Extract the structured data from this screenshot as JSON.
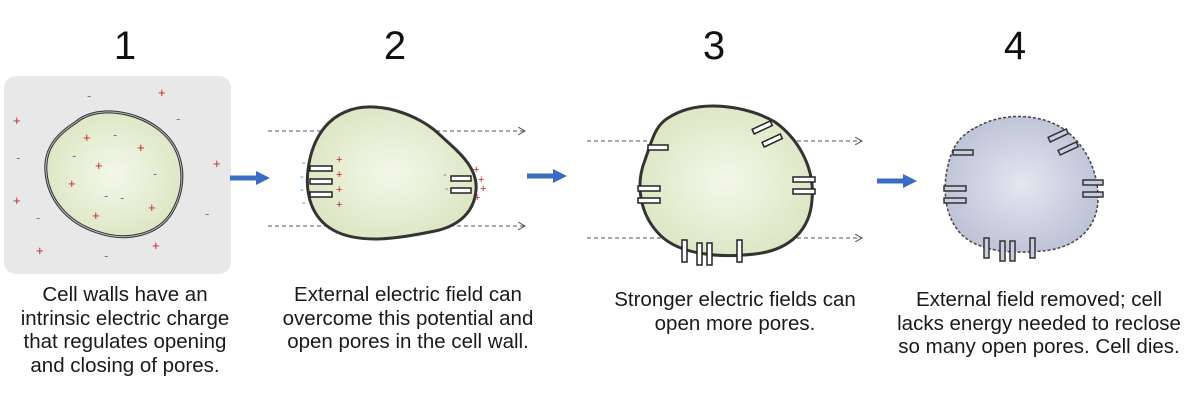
{
  "steps": [
    {
      "number": "1",
      "caption": [
        "Cell walls have an",
        "intrinsic electric charge",
        "that regulates opening",
        "and closing of pores."
      ]
    },
    {
      "number": "2",
      "caption": [
        "External electric field can",
        "overcome this potential and",
        "open pores in the cell wall."
      ]
    },
    {
      "number": "3",
      "caption": [
        "Stronger electric fields can",
        "open more pores."
      ]
    },
    {
      "number": "4",
      "caption": [
        "External field removed; cell",
        "lacks energy needed to reclose",
        "so many open pores. Cell dies."
      ]
    }
  ],
  "symbols": {
    "positive": "+",
    "negative": "-"
  },
  "colors": {
    "arrow": "#3b6cc4",
    "positive": "#c0282a",
    "negative": "#3a8fc7",
    "cell_fill": "#e9f0d7",
    "dead_cell_fill": "#cfd3e3",
    "field_line": "#555555"
  }
}
